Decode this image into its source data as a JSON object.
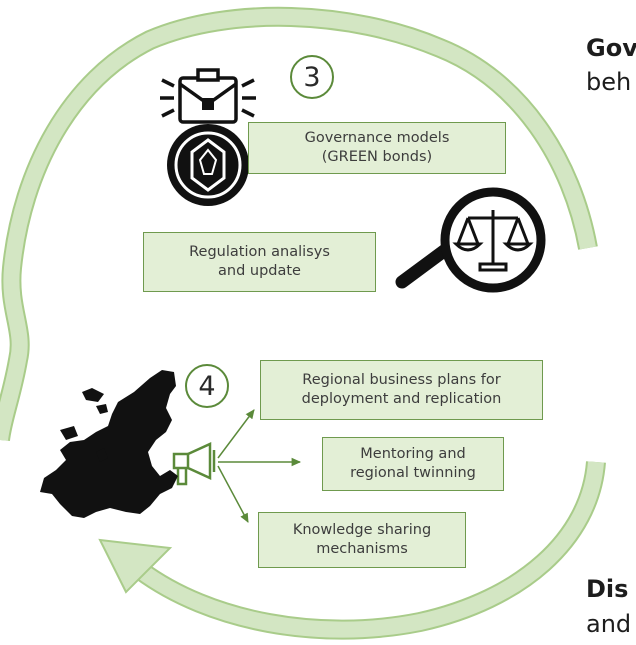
{
  "colors": {
    "cycle_arrow": "#d3e6c3",
    "cycle_arrow_stroke": "#a9cc8a",
    "box_fill": "#e3efd6",
    "box_border": "#6f9a4e",
    "step_circle": "#5b8a3a",
    "icon": "#111111"
  },
  "steps": {
    "step3": "3",
    "step4": "4"
  },
  "boxes": {
    "governance": [
      "Governance models",
      "(GREEN bonds)"
    ],
    "regulation": [
      "Regulation analisys",
      "and update"
    ],
    "business_plans": [
      "Regional business plans for",
      "deployment and replication"
    ],
    "mentoring": [
      "Mentoring and",
      "regional twinning"
    ],
    "knowledge": [
      "Knowledge sharing",
      "mechanisms"
    ]
  },
  "edge_text": {
    "top_bold": "Gov",
    "top_cont": "beh",
    "bottom_bold": "Dis",
    "bottom_cont": "and"
  },
  "icons": [
    "briefcase-award-icon",
    "scales-magnifier-icon",
    "megaphone-icon",
    "europe-map-icon"
  ]
}
